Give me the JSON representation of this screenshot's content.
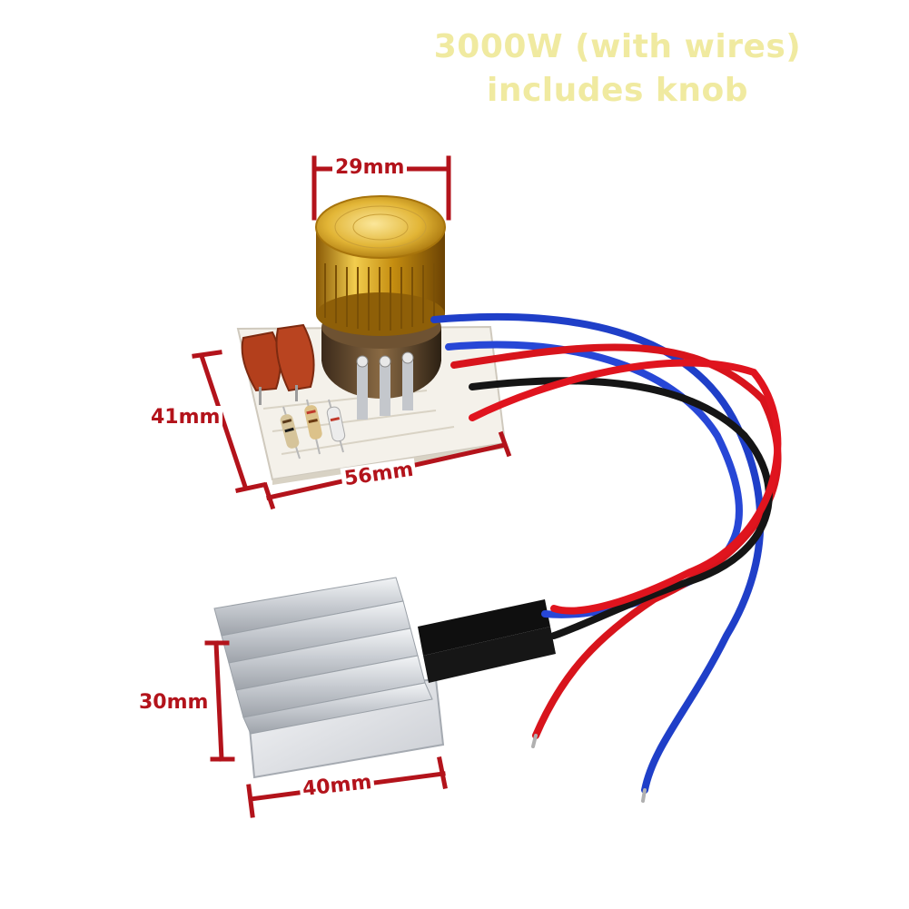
{
  "headline": {
    "line1": "3000W (with wires)",
    "line2": "includes knob"
  },
  "dimensions": {
    "knob_width": "29mm",
    "board_height": "41mm",
    "board_width": "56mm",
    "heatsink_height": "30mm",
    "heatsink_width": "40mm"
  },
  "colors": {
    "headline": "#f0eaa0",
    "dimension": "#b3131b",
    "wire_red": "#d8141c",
    "wire_blue": "#1f3fc8",
    "wire_black": "#151515",
    "knob_gold": "#d7a41a",
    "heatsink": "#cfd3d8",
    "capacitor": "#b33f1c"
  }
}
